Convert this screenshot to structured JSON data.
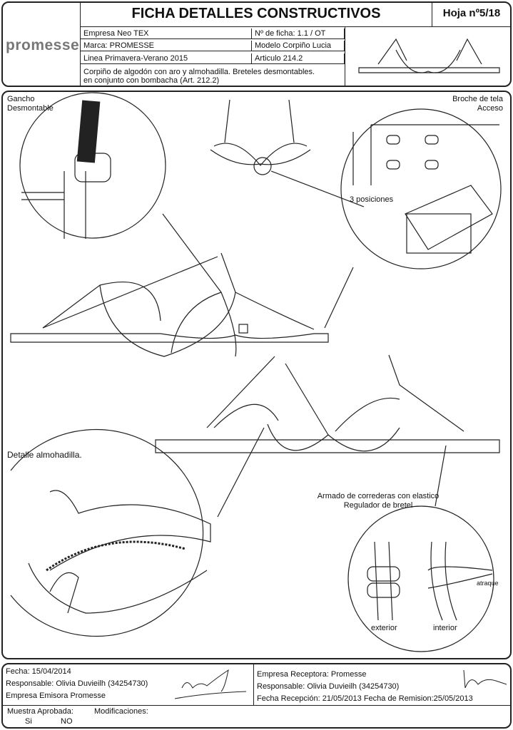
{
  "header": {
    "title": "FICHA DETALLES CONSTRUCTIVOS",
    "sheet": "Hoja nº5/18",
    "logo": "promesse",
    "empresa": "Empresa Neo TEX",
    "ficha": "Nº de ficha: 1.1 / OT",
    "marca": "Marca: PROMESSE",
    "modelo": "Modelo Corpiño Lucia",
    "linea": "Linea Primavera-Verano 2015",
    "articulo": "Articulo 214.2",
    "desc1": "Corpiño de algodón con aro y almohadilla. Breteles desmontables.",
    "desc2": "en conjunto con bombacha (Art. 212.2)"
  },
  "labels": {
    "gancho1": "Gancho",
    "gancho2": "Desmontable",
    "broche1": "Broche de tela",
    "broche2": "Acceso",
    "posiciones": "3 posiciones",
    "almohadilla": "Detalle almohadilla.",
    "armado1": "Armado de correderas con elastico",
    "armado2": "Regulador de bretel",
    "exterior": "exterior",
    "interior": "interior",
    "atraque": "atraque"
  },
  "footer": {
    "fecha": "Fecha: 15/04/2014",
    "responsable": "Responsable: Olivia Duvieilh (34254730)",
    "emisora": "Empresa Emisora Promesse",
    "receptora": "Empresa Receptora: Promesse",
    "responsable2": "Responsable: Olivia Duvieilh (34254730)",
    "fechas": "Fecha Recepción:  21/05/2013  Fecha de Remision:25/05/2013",
    "muestra": "Muestra Aprobada:",
    "si": "Si",
    "no": "NO",
    "modificaciones": "Modificaciones:"
  }
}
